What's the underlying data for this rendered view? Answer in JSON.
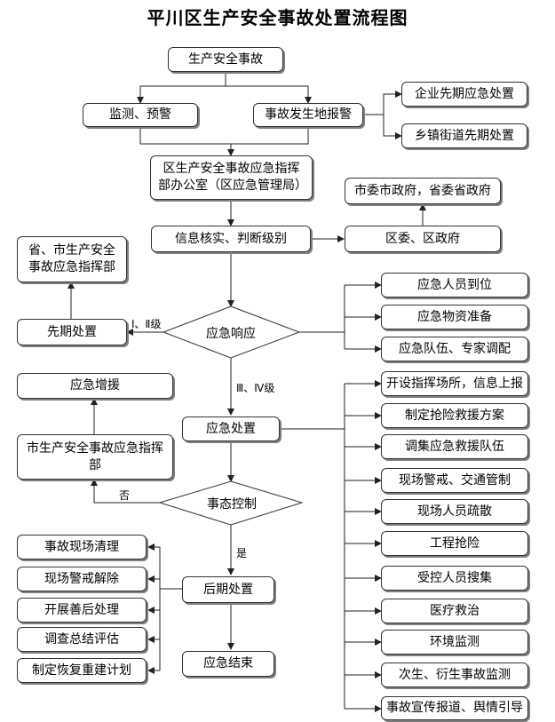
{
  "title": "平川区生产安全事故处置流程图",
  "nodes": {
    "incident": "生产安全事故",
    "monitor": "监测、预警",
    "report": "事故发生地报警",
    "enterprise": "企业先期应急处置",
    "township": "乡镇街道先期处置",
    "office": "区生产安全事故应急指挥部办公室（区应急管理局）",
    "city_gov": "市委市政府，省委省政府",
    "verify": "信息核实、判断级别",
    "district_gov": "区委、区政府",
    "province_city": "省、市生产安全事故应急指挥部",
    "prelim": "先期处置",
    "response": "应急响应",
    "personnel": "应急人员到位",
    "materials": "应急物资准备",
    "team_expert": "应急队伍、专家调配",
    "reinforce": "应急增援",
    "handling": "应急处置",
    "city_hq": "市生产安全事故应急指挥部",
    "control": "事态控制",
    "aftermath": "后期处置",
    "end": "应急结束"
  },
  "measures": [
    "开设指挥场所，信息上报",
    "制定抢险救援方案",
    "调集应急救援队伍",
    "现场警戒、交通管制",
    "现场人员疏散",
    "工程抢险",
    "受控人员搜集",
    "医疗救治",
    "环境监测",
    "次生、衍生事故监测",
    "事故宣传报道、舆情引导"
  ],
  "aftermath_tasks": [
    "事故现场清理",
    "现场警戒解除",
    "开展善后处理",
    "调查总结评估",
    "制定恢复重建计划"
  ],
  "labels": {
    "level_high": "Ⅰ、Ⅱ级",
    "level_low": "Ⅲ、Ⅳ级",
    "no": "否",
    "yes": "是"
  }
}
